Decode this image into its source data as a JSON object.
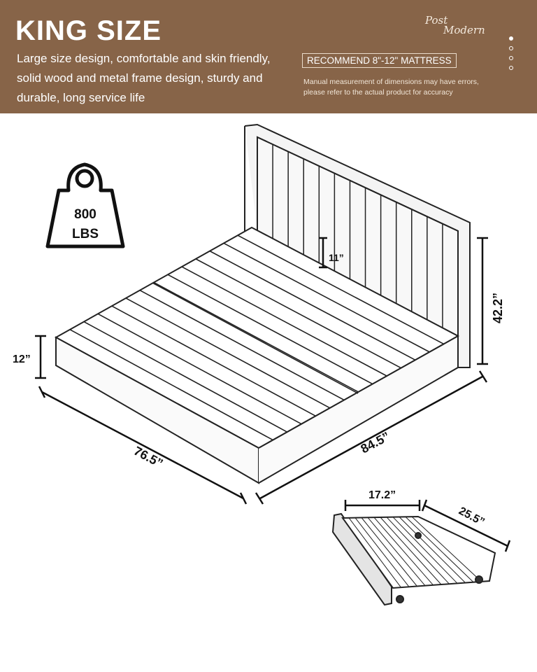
{
  "banner": {
    "title": "KING SIZE",
    "description": "Large size design, comfortable and skin friendly, solid wood and metal frame design, sturdy and durable, long service life",
    "brand": {
      "line1": "Post",
      "line2": "Modern"
    },
    "recommend": "RECOMMEND 8\"-12\" MATTRESS",
    "note": "Manual measurement of dimensions may have errors, please refer to the actual product for accuracy",
    "carousel": {
      "total": 4,
      "active": 1
    },
    "color": "#876448"
  },
  "weight": {
    "value": "800",
    "unit": "LBS"
  },
  "dimensions": {
    "bed_height": "12”",
    "width": "76.5”",
    "length": "84.5”",
    "headboard_height": "42.2”",
    "clearance": "11”",
    "drawer_width": "17.2”",
    "drawer_depth": "25.5”"
  }
}
